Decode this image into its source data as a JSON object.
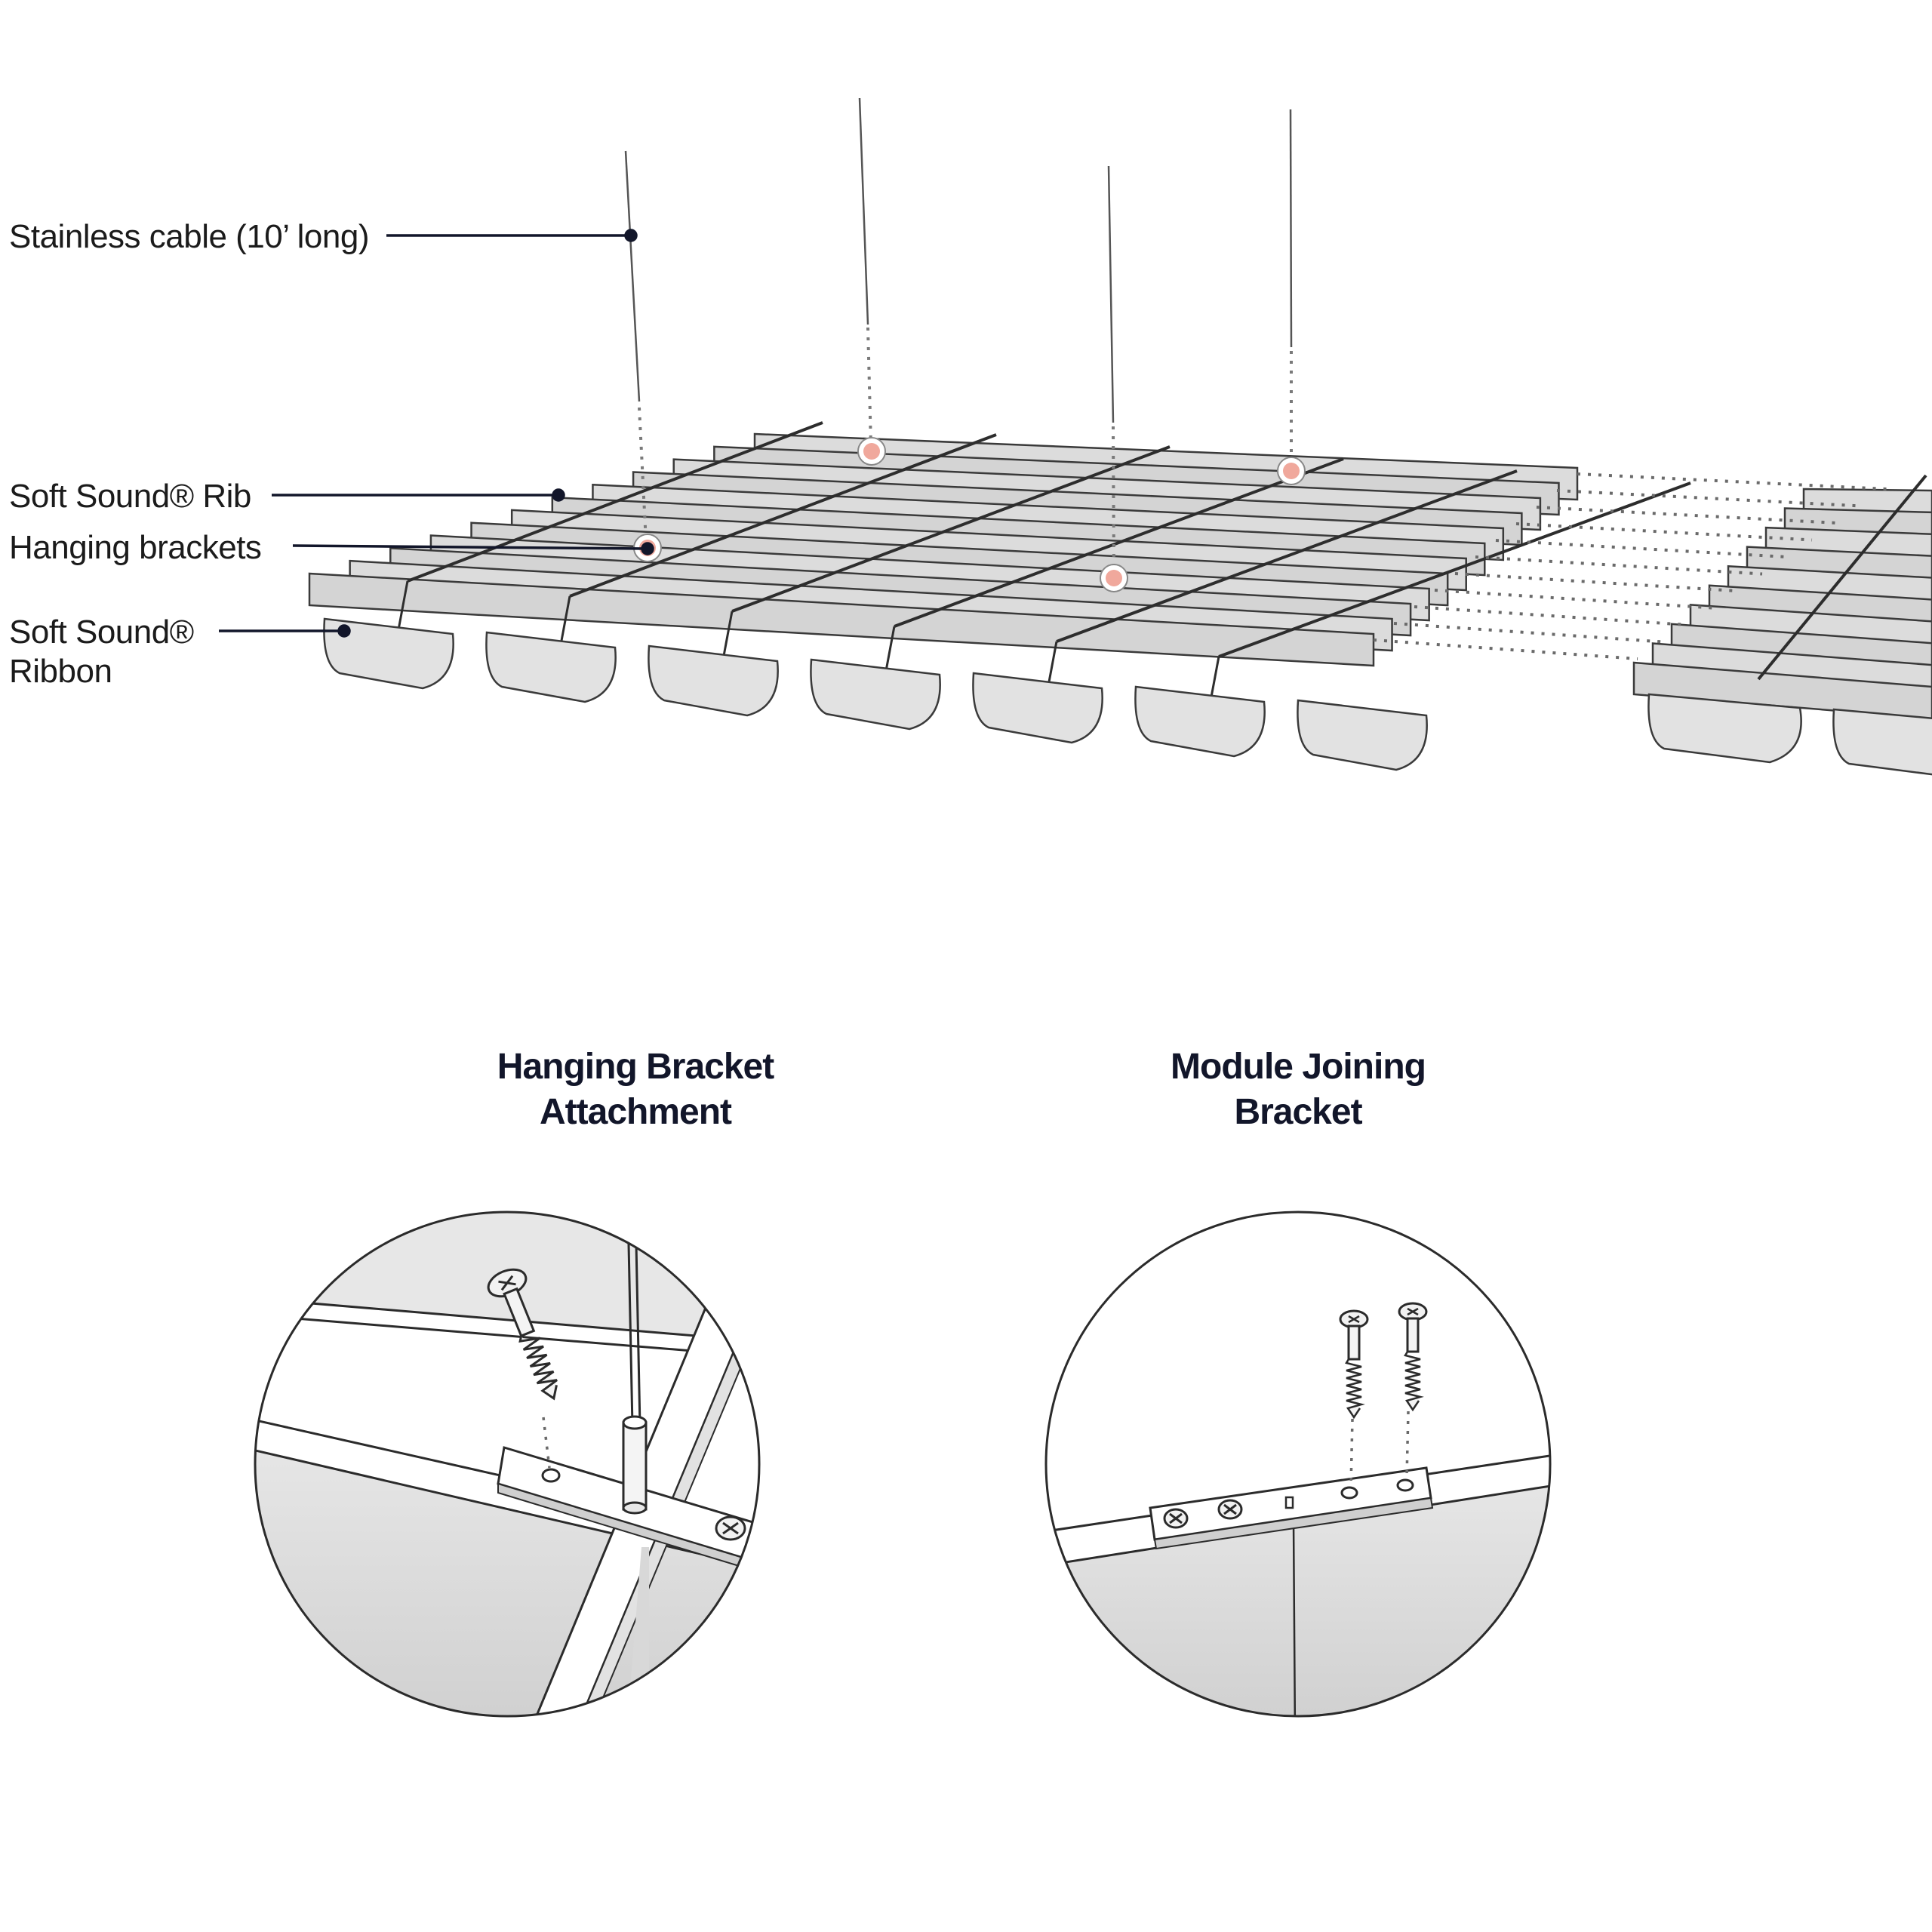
{
  "labels": {
    "cable": "Stainless cable (10’ long)",
    "rib": "Soft Sound® Rib",
    "brackets": "Hanging brackets",
    "ribbon_line1": "Soft Sound®",
    "ribbon_line2": "Ribbon"
  },
  "details": {
    "hanging": {
      "line1": "Hanging Bracket",
      "line2": "Attachment"
    },
    "joining": {
      "line1": "Module Joining",
      "line2": "Bracket"
    }
  },
  "colors": {
    "ink": "#12162a",
    "panel": "#dcdcdc",
    "panel_edge": "#3a3a3a",
    "marker": "#f0a89c",
    "background": "#ffffff"
  }
}
